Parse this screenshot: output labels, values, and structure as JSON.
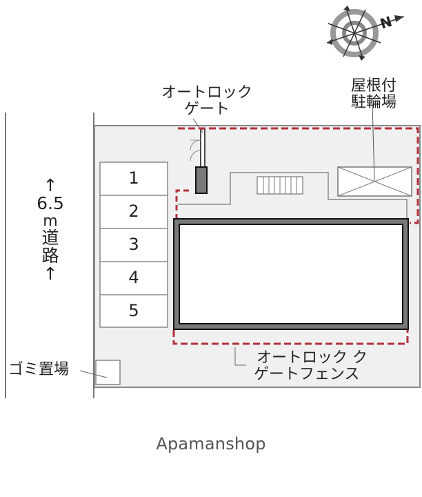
{
  "diagram": {
    "type": "site-plan",
    "colors": {
      "lot_fill": "#f0f0f0",
      "line": "#777777",
      "building_wall": "#7a7a7a",
      "building_outline": "#111111",
      "fence_dashed": "#b3303a",
      "text": "#222222",
      "brand_text": "#555555"
    },
    "compass": {
      "icon": "compass-rose-icon",
      "north_label": "N"
    },
    "labels": {
      "autolock_gate": [
        "オートロック",
        "ゲート"
      ],
      "bicycle_parking": [
        "屋根付",
        "駐輪場"
      ],
      "autolock_fence": [
        "オートロック ク",
        "ゲートフェンス"
      ],
      "garbage": "ゴミ置場"
    },
    "road": {
      "arrow_top": "↑",
      "width": "6.5",
      "unit": "m",
      "label_chars": [
        "道",
        "路"
      ],
      "arrow_bottom": "↑"
    },
    "parking_spaces": [
      "1",
      "2",
      "3",
      "4",
      "5"
    ],
    "brand": "Apamanshop"
  }
}
